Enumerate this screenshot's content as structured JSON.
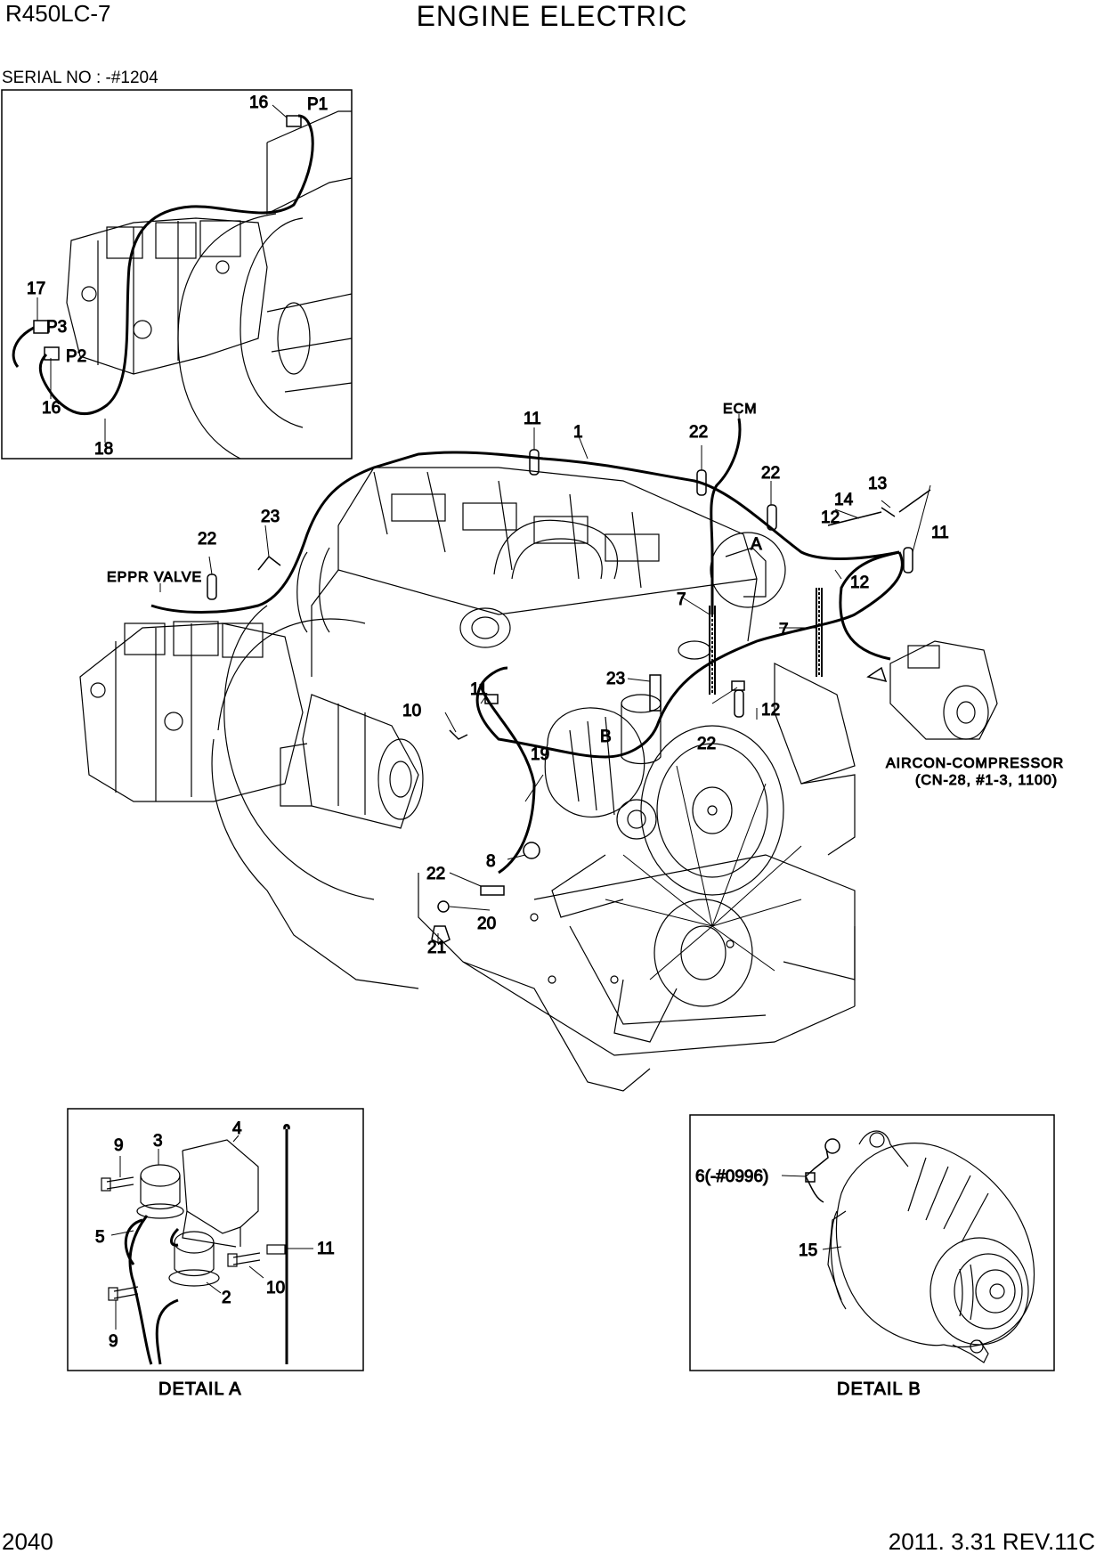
{
  "header": {
    "model": "R450LC-7",
    "title": "ENGINE ELECTRIC",
    "serial": "SERIAL NO : -#1204"
  },
  "footer": {
    "page_number": "2040",
    "revision": "2011. 3.31  REV.11C"
  },
  "inset_pump": {
    "callouts": [
      "16",
      "P1",
      "17",
      "P3",
      "P2",
      "16",
      "18"
    ]
  },
  "main": {
    "callouts": [
      "11",
      "1",
      "22",
      "22",
      "12",
      "14",
      "13",
      "11",
      "12",
      "7",
      "7",
      "23",
      "22",
      "23",
      "11",
      "12",
      "22",
      "10",
      "19",
      "8",
      "22",
      "20",
      "21"
    ],
    "detail_markers": [
      "A",
      "B"
    ],
    "labels": {
      "ecm": "ECM",
      "eppr_valve": "EPPR VALVE",
      "aircon": "AIRCON-COMPRESSOR",
      "aircon_sub": "(CN-28, #1-3, 1100)"
    }
  },
  "detail_a": {
    "caption": "DETAIL A",
    "callouts": [
      "9",
      "3",
      "4",
      "5",
      "11",
      "10",
      "2",
      "9"
    ]
  },
  "detail_b": {
    "caption": "DETAIL B",
    "callouts": [
      "6(-#0996)",
      "15"
    ]
  }
}
